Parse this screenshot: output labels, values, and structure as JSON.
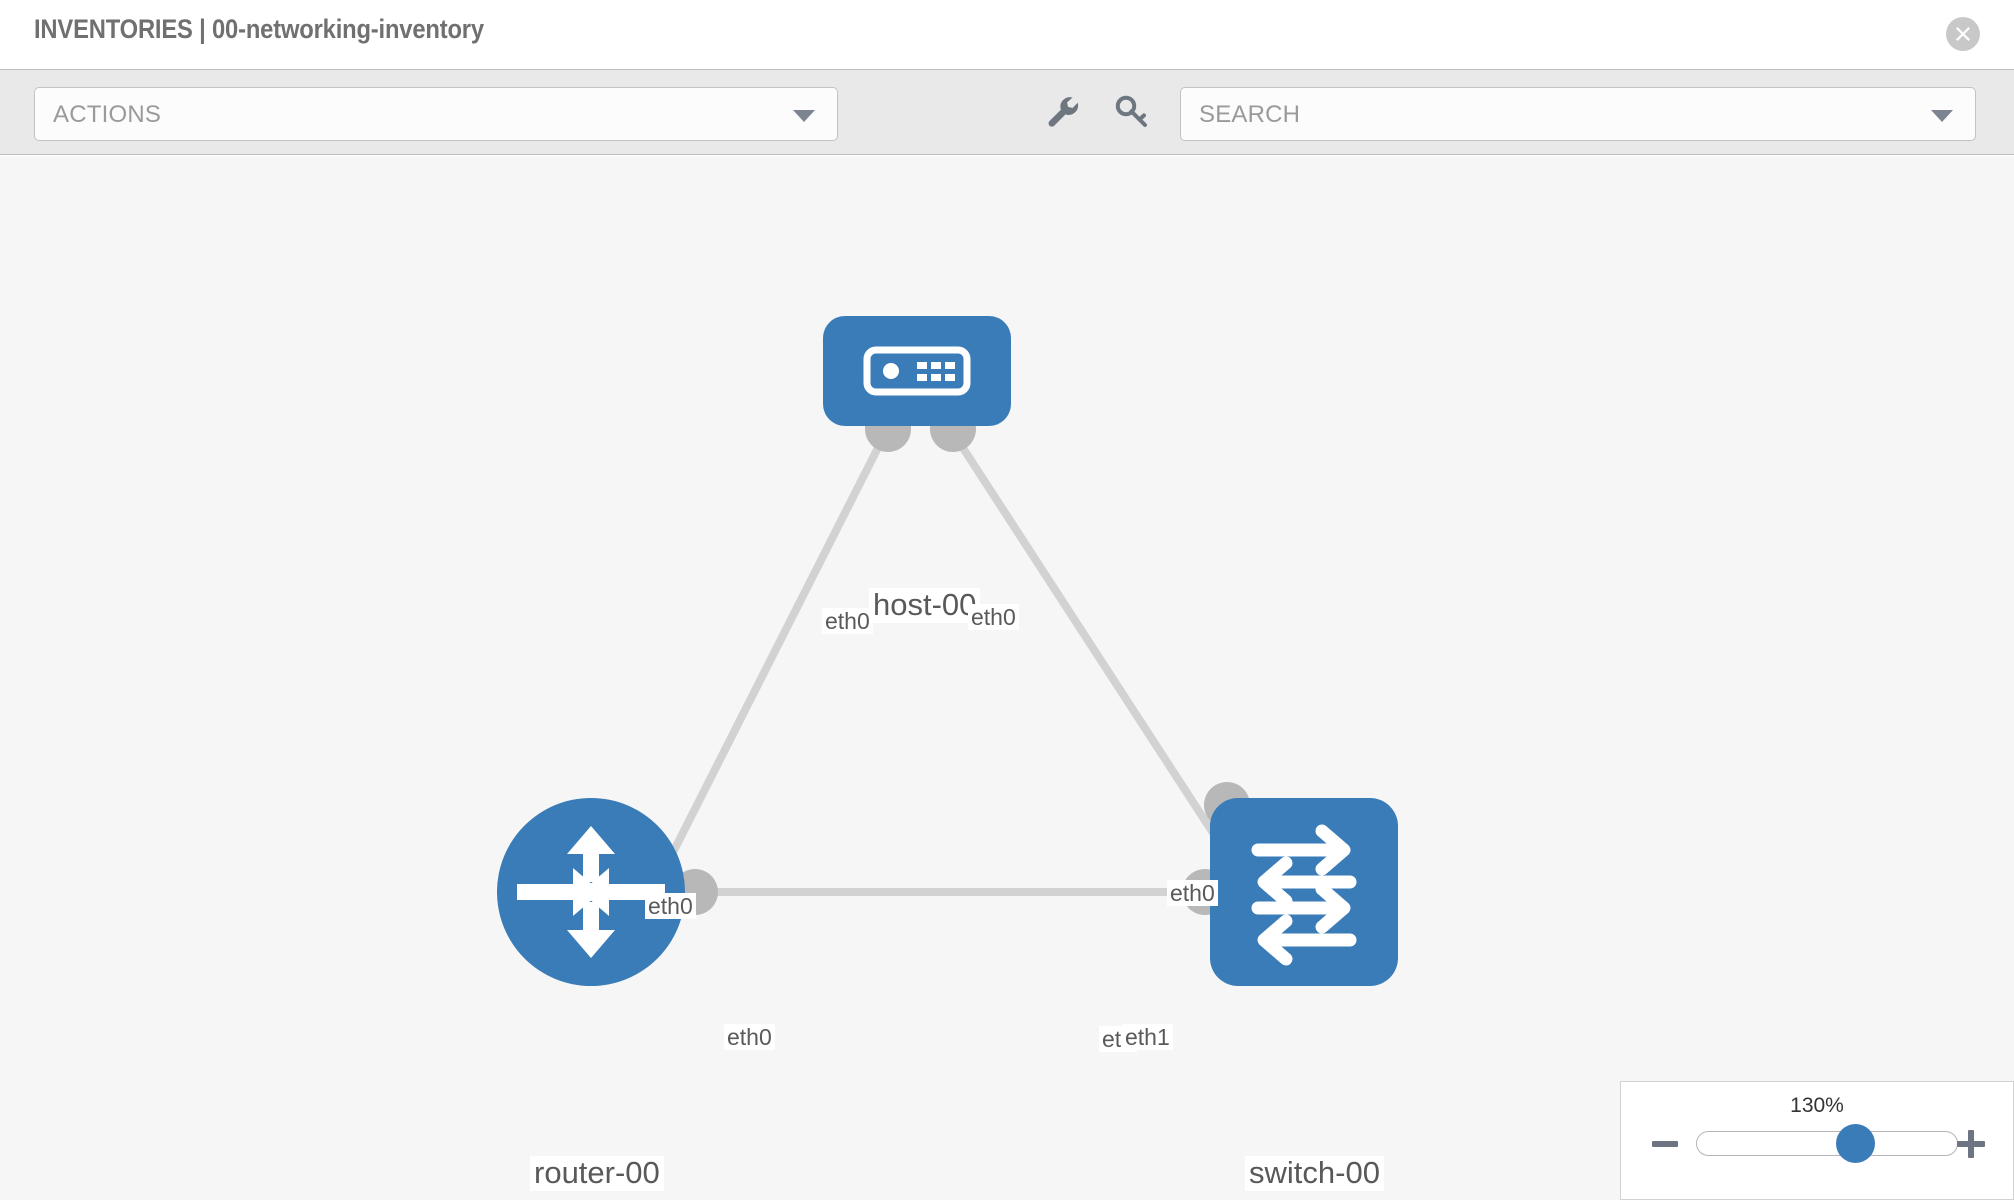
{
  "header": {
    "title": "INVENTORIES | 00-networking-inventory",
    "close_icon": "close-circle-icon"
  },
  "toolbar": {
    "actions_label": "ACTIONS",
    "actions_caret_icon": "chevron-down-icon",
    "wrench_icon": "wrench-icon",
    "key_icon": "key-icon",
    "search_placeholder": "SEARCH",
    "search_caret_icon": "chevron-down-icon"
  },
  "topology": {
    "nodes": [
      {
        "id": "host-00",
        "label": "host-00",
        "type": "host",
        "icon": "server-icon"
      },
      {
        "id": "router-00",
        "label": "router-00",
        "type": "router",
        "icon": "router-arrows-icon"
      },
      {
        "id": "switch-00",
        "label": "switch-00",
        "type": "switch",
        "icon": "switch-arrows-icon"
      }
    ],
    "edges": [
      {
        "from": "host-00",
        "to": "router-00",
        "from_label": "eth0",
        "to_label": "eth0"
      },
      {
        "from": "host-00",
        "to": "switch-00",
        "from_label": "eth0",
        "to_label": "eth0"
      },
      {
        "from": "router-00",
        "to": "switch-00",
        "from_label": "eth0",
        "to_label": "eth1",
        "to_label_overlap": "eth"
      }
    ],
    "labels": {
      "host_left_eth": "eth0",
      "host_right_eth": "eth0",
      "router_host_eth": "eth0",
      "switch_host_eth": "eth0",
      "router_right_eth": "eth0",
      "switch_left_eth_under": "eth",
      "switch_left_eth": "eth1"
    },
    "colors": {
      "node_blue": "#3a7cb8",
      "port_gray": "#b8b8b8",
      "edge_gray": "#d2d2d2",
      "canvas_bg": "#f6f6f6"
    }
  },
  "zoom_control": {
    "value": "130%",
    "minus_label": "minus-button",
    "plus_label": "plus-button",
    "thumb_position_percent": 63
  }
}
